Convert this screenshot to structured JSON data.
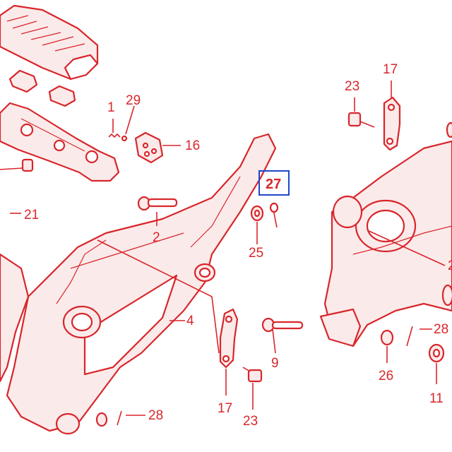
{
  "diagram": {
    "highlight": {
      "label": "27",
      "color": "#1f46c8"
    },
    "line_color": "#d8262b",
    "callouts": [
      {
        "id": "c1",
        "label": "1"
      },
      {
        "id": "c29",
        "label": "29"
      },
      {
        "id": "c16",
        "label": "16"
      },
      {
        "id": "c21",
        "label": "21"
      },
      {
        "id": "c2",
        "label": "2"
      },
      {
        "id": "c25",
        "label": "25"
      },
      {
        "id": "c23a",
        "label": "23"
      },
      {
        "id": "c17a",
        "label": "17"
      },
      {
        "id": "c4",
        "label": "4"
      },
      {
        "id": "c9",
        "label": "9"
      },
      {
        "id": "c17b",
        "label": "17"
      },
      {
        "id": "c23b",
        "label": "23"
      },
      {
        "id": "c28a",
        "label": "28"
      },
      {
        "id": "c26",
        "label": "26"
      },
      {
        "id": "c28b",
        "label": "28"
      },
      {
        "id": "c11",
        "label": "11"
      },
      {
        "id": "c2r",
        "label": "2"
      }
    ]
  }
}
